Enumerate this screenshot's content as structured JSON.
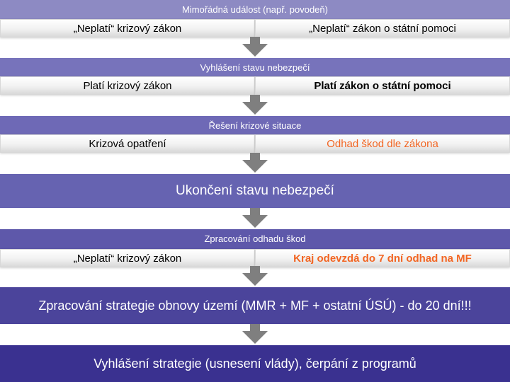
{
  "section1": {
    "title": "Mimořádná událost (např. povodeň)",
    "left": "„Neplatí“ krizový zákon",
    "right": "„Neplatí“ zákon o státní pomoci"
  },
  "section2": {
    "title": "Vyhlášení stavu nebezpečí",
    "left": "Platí krizový zákon",
    "right": "Platí zákon o státní pomoci"
  },
  "section3": {
    "title": "Řešení krizové situace",
    "left": "Krizová opatření",
    "right": "Odhad škod dle zákona"
  },
  "section4": {
    "title": "Ukončení stavu nebezpečí"
  },
  "section5": {
    "title": "Zpracování odhadu škod",
    "left": "„Neplatí“ krizový zákon",
    "right": "Kraj odevzdá do 7 dní odhad na MF"
  },
  "section6": {
    "title": "Zpracování strategie obnovy území (MMR + MF + ostatní ÚSÚ)  - do 20 dní!!!"
  },
  "section7": {
    "title": "Vyhlášení strategie (usnesení vlády), čerpání z programů"
  },
  "colors": {
    "arrow": "#7f7f7f",
    "highlight": "#f26522",
    "band_light": "#8d8ac3",
    "band_dark": "#3a3190"
  }
}
